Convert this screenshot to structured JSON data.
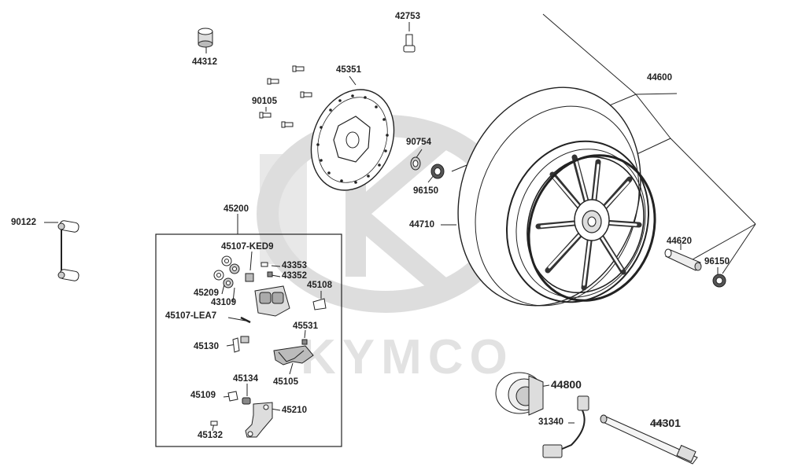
{
  "watermark": {
    "text": "KYMCO"
  },
  "group_box_label": "45200",
  "parts": [
    {
      "id": "42753"
    },
    {
      "id": "44312"
    },
    {
      "id": "45351"
    },
    {
      "id": "90105"
    },
    {
      "id": "44600"
    },
    {
      "id": "90754"
    },
    {
      "id": "96150"
    },
    {
      "id": "44710"
    },
    {
      "id": "44620"
    },
    {
      "id": "96150b",
      "text": "96150"
    },
    {
      "id": "90122"
    },
    {
      "id": "45107-KED9"
    },
    {
      "id": "43353"
    },
    {
      "id": "43352"
    },
    {
      "id": "45209"
    },
    {
      "id": "43109"
    },
    {
      "id": "45108"
    },
    {
      "id": "45107-LEA7"
    },
    {
      "id": "45531"
    },
    {
      "id": "45130"
    },
    {
      "id": "45105"
    },
    {
      "id": "45134"
    },
    {
      "id": "45109"
    },
    {
      "id": "45210"
    },
    {
      "id": "45132"
    },
    {
      "id": "44800"
    },
    {
      "id": "31340"
    },
    {
      "id": "44301"
    }
  ]
}
